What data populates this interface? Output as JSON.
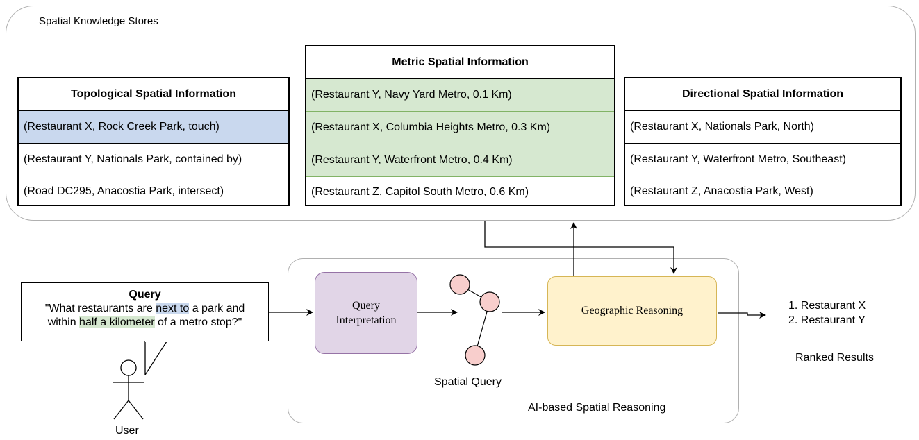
{
  "stores": {
    "title": "Spatial Knowledge Stores",
    "topological": {
      "header": "Topological Spatial Information",
      "rows": [
        "(Restaurant X, Rock Creek Park, touch)",
        "(Restaurant Y, Nationals Park, contained by)",
        "(Road DC295, Anacostia Park, intersect)"
      ]
    },
    "metric": {
      "header": "Metric Spatial Information",
      "rows": [
        "(Restaurant Y, Navy Yard Metro, 0.1 Km)",
        "(Restaurant X, Columbia Heights Metro, 0.3 Km)",
        "(Restaurant Y, Waterfront Metro, 0.4 Km)",
        "(Restaurant Z, Capitol South Metro, 0.6 Km)"
      ]
    },
    "directional": {
      "header": "Directional Spatial Information",
      "rows": [
        "(Restaurant X, Nationals Park, North)",
        "(Restaurant Y, Waterfront Metro, Southeast)",
        "(Restaurant Z, Anacostia Park, West)"
      ]
    }
  },
  "query": {
    "title": "Query",
    "line1_a": "\"What restaurants are ",
    "line1_hl": "next to",
    "line1_b": " a park and",
    "line2_a": "within ",
    "line2_hl": "half a kilometer",
    "line2_b": " of a metro stop?\""
  },
  "user_label": "User",
  "ai": {
    "label": "AI-based Spatial Reasoning",
    "interpretation_line1": "Query",
    "interpretation_line2": "Interpretation",
    "spatial_query_label": "Spatial Query",
    "reasoning": "Geographic Reasoning"
  },
  "results": {
    "items": [
      "1. Restaurant X",
      "2. Restaurant Y"
    ],
    "label": "Ranked Results"
  },
  "colors": {
    "topological_highlight": "#c9d8ee",
    "metric_highlight": "#d6e8d0",
    "interpretation_fill": "#e1d5e7",
    "reasoning_fill": "#fff2cc",
    "node_fill": "#f8cecc"
  }
}
